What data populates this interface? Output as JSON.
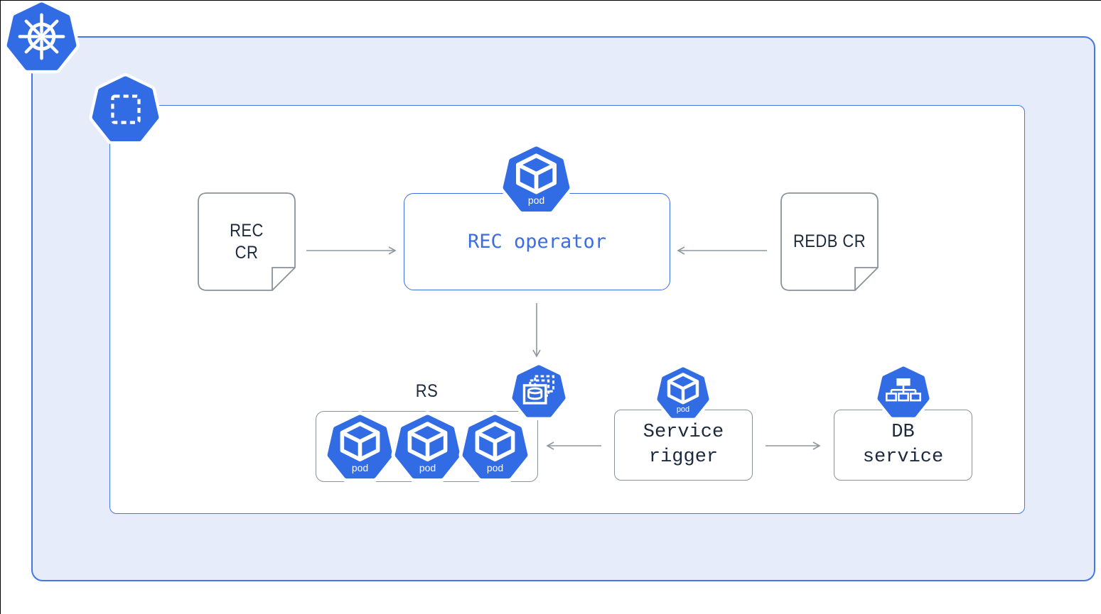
{
  "colors": {
    "k8s_blue": "#326CE5",
    "border_blue": "#4377E8",
    "operator_blue": "#3B6DE3",
    "cluster_fill": "#E7ECFA",
    "text_dark": "#1C2A3E",
    "gray_border": "#8A9199",
    "arrow_gray": "#8E979E"
  },
  "icons": {
    "kubernetes_logo": "ship-wheel-heptagon",
    "namespace": "dashed-square-heptagon",
    "pod": "cube-heptagon",
    "replica_set": "stacked-cylinder-heptagon",
    "service": "network-tree-heptagon"
  },
  "pod_label": "pod",
  "nodes": {
    "rec_cr": {
      "lines": [
        "REC",
        "CR"
      ]
    },
    "redb_cr": {
      "lines": [
        "REDB CR"
      ]
    },
    "rec_operator": {
      "label": "REC operator"
    },
    "rs_group": {
      "label": "RS"
    },
    "service_rigger": {
      "lines": [
        "Service",
        "rigger"
      ]
    },
    "db_service": {
      "lines": [
        "DB",
        "service"
      ]
    }
  },
  "arrows": [
    {
      "from": "rec-cr",
      "to": "rec-operator"
    },
    {
      "from": "redb-cr",
      "to": "rec-operator"
    },
    {
      "from": "rec-operator",
      "to": "rs-group"
    },
    {
      "from": "service-rigger",
      "to": "rs-group"
    },
    {
      "from": "service-rigger",
      "to": "db-service"
    }
  ]
}
